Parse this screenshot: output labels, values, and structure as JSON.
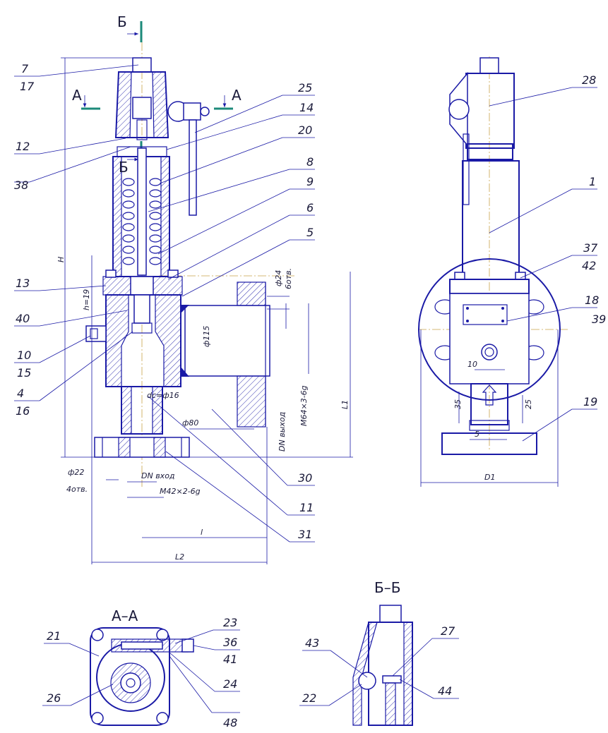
{
  "section_marks": {
    "b": "Б",
    "a": "А"
  },
  "section_titles": {
    "aa": "А–А",
    "bb": "Б–Б"
  },
  "callouts": {
    "c7": "7",
    "c17": "17",
    "c12": "12",
    "c38": "38",
    "c13": "13",
    "c40": "40",
    "c10": "10",
    "c15": "15",
    "c4": "4",
    "c16": "16",
    "c25": "25",
    "c14": "14",
    "c20": "20",
    "c8": "8",
    "c9": "9",
    "c6": "6",
    "c5": "5",
    "c30": "30",
    "c11": "11",
    "c31": "31",
    "c28": "28",
    "c1": "1",
    "c37": "37",
    "c42": "42",
    "c18": "18",
    "c39": "39",
    "c19": "19",
    "c21": "21",
    "c23": "23",
    "c36": "36",
    "c41": "41",
    "c26": "26",
    "c24": "24",
    "c48": "48",
    "c43": "43",
    "c27": "27",
    "c22": "22",
    "c44": "44"
  },
  "dimensions": {
    "H": "H",
    "h": "h=19",
    "phi24": "ф24",
    "holes6": "6отв.",
    "phi115": "ф115",
    "dc": "dс=ф16",
    "phi80": "ф80",
    "phi22": "ф22",
    "holes4": "4отв.",
    "dn_in": "DN вход",
    "m42": "M42×2-6g",
    "dn_out": "DN выход",
    "m64": "M64×3-6g",
    "L1": "L1",
    "l": "l",
    "L2": "L2",
    "D1": "D1",
    "d10": "10",
    "d35": "35",
    "d25": "25",
    "d5": "5"
  },
  "colors": {
    "line": "#1a1aa6",
    "center": "#c9a24a",
    "cut": "#1c8a7a"
  }
}
